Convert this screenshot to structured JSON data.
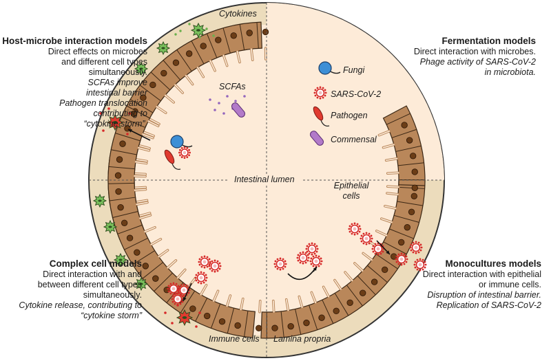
{
  "colors": {
    "background": "#ffffff",
    "lamina_propria": "#ecdcbc",
    "lumen": "#fdebd8",
    "epithelium": "#b9875a",
    "nucleus": "#6b3d17",
    "virus": "#d62828",
    "immune_cell": "#79c05c",
    "activated_cell": "#e03a2f",
    "fungi": "#3d8fd6",
    "pathogen": "#e03a2f",
    "commensal": "#b27ac9",
    "scfa_dots": "#9467bd"
  },
  "regions": {
    "intestinal_lumen": "Intestinal lumen",
    "lamina_propria": "Lamina propria",
    "immune_cells": "Immune cells",
    "epithelial_cells_line1": "Epithelial",
    "epithelial_cells_line2": "cells",
    "cytokines": "Cytokines",
    "scfas": "SCFAs"
  },
  "legend": {
    "fungi": "Fungi",
    "sars_cov_2": "SARS-CoV-2",
    "pathogen": "Pathogen",
    "commensal": "Commensal"
  },
  "panels": {
    "host_microbe": {
      "title": "Host-microbe interaction models",
      "lines": [
        "Direct effects on microbes",
        "and different cell types",
        "simultaneously."
      ],
      "italic_lines": [
        "SCFAs improve",
        "intestinal barrier",
        "Pathogen translocation",
        "contributing to",
        "“cytokine storm”."
      ]
    },
    "fermentation": {
      "title": "Fermentation models",
      "lines": [
        "Direct interaction with microbes."
      ],
      "italic_lines": [
        "Phage activity of SARS-CoV-2",
        "in microbiota."
      ]
    },
    "complex_cell": {
      "title": "Complex cell models",
      "lines": [
        "Direct interaction with and",
        "between different cell types",
        "simultaneously."
      ],
      "italic_lines": [
        "Cytokine release, contributing to",
        "“cytokine storm”"
      ]
    },
    "monocultures": {
      "title": "Monocultures models",
      "lines": [
        "Direct interaction with epithelial",
        "or immune cells."
      ],
      "italic_lines": [
        "Disruption of intestinal barrier.",
        "Replication of SARS-CoV-2"
      ]
    }
  }
}
